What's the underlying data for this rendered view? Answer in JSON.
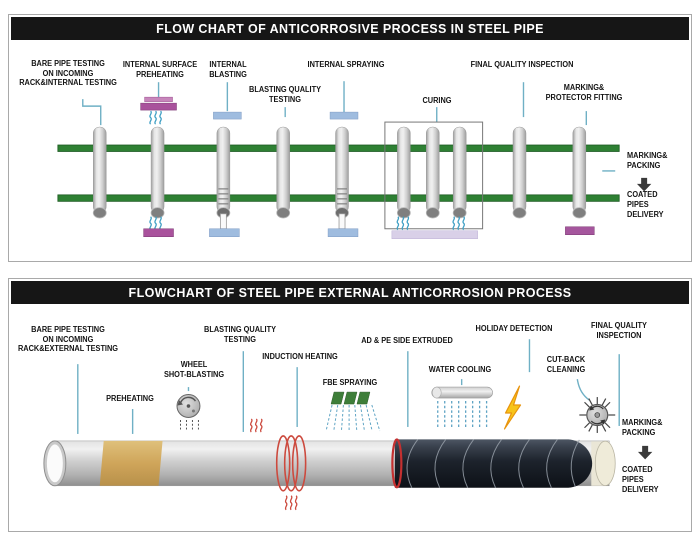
{
  "top": {
    "title": "FLOW CHART OF ANTICORROSIVE PROCESS IN STEEL PIPE",
    "labels": {
      "bare_pipe": "BARE PIPE TESTING\nON INCOMING\nRACK&INTERNAL TESTING",
      "internal_preheating": "INTERNAL SURFACE\nPREHEATING",
      "internal_blasting": "INTERNAL\nBLASTING",
      "blasting_quality": "BLASTING QUALITY\nTESTING",
      "internal_spraying": "INTERNAL SPRAYING",
      "curing": "CURING",
      "final_quality": "FINAL QUALITY INSPECTION",
      "marking_protector": "MARKING&\nPROTECTOR FITTING",
      "marking_packing": "MARKING&\nPACKING",
      "coated_delivery": "COATED\nPIPES\nDELIVERY"
    }
  },
  "bottom": {
    "title": "FLOWCHART OF STEEL PIPE EXTERNAL ANTICORROSION PROCESS",
    "labels": {
      "bare_pipe": "BARE PIPE TESTING\nON INCOMING\nRACK&EXTERNAL TESTING",
      "preheating": "PREHEATING",
      "wheel_shot_blasting": "WHEEL\nSHOT-BLASTING",
      "blasting_quality": "BLASTING QUALITY\nTESTING",
      "induction_heating": "INDUCTION HEATING",
      "fbe_spraying": "FBE SPRAYING",
      "ad_pe_extruded": "AD & PE SIDE EXTRUDED",
      "water_cooling": "WATER COOLING",
      "holiday_detection": "HOLIDAY DETECTION",
      "cutback_cleaning": "CUT-BACK\nCLEANING",
      "final_quality": "FINAL QUALITY\nINSPECTION",
      "marking_packing": "MARKING&\nPACKING",
      "coated_delivery": "COATED\nPIPES\nDELIVERY"
    }
  },
  "colors": {
    "title_bar": "#161616",
    "leader_line": "#6fb0c5",
    "rail_green": "#2e8033",
    "pad_blue": "#9fbcdf",
    "pad_magenta": "#a9529c",
    "pad_lavender": "#d9d0e8",
    "heat_blue": "#3f9fc4",
    "heat_red": "#cc4a3e",
    "tan_band": "#cfa55a",
    "wrap_black": "#1d232c",
    "fbe_green": "#3e7e39",
    "lightning_yellow": "#f7c41a"
  }
}
